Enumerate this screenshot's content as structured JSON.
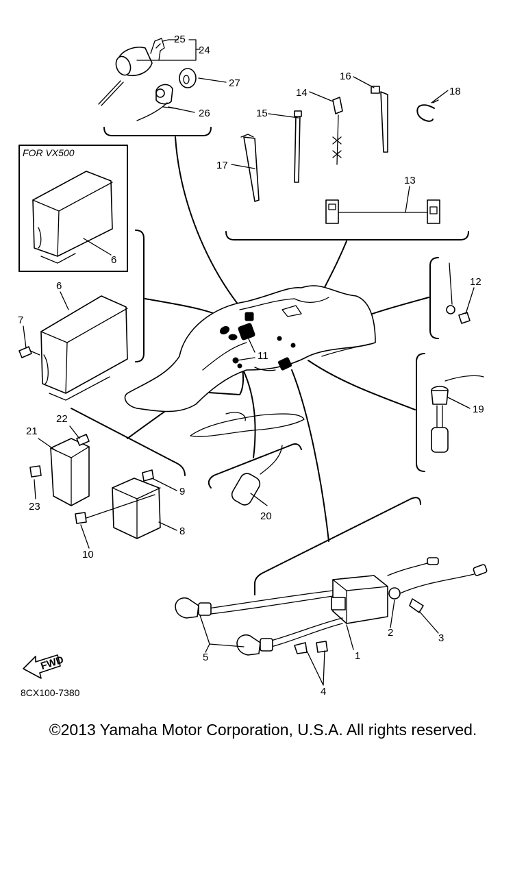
{
  "diagram": {
    "box_label": "FOR VX500",
    "callouts": {
      "c1": "1",
      "c2": "2",
      "c3": "3",
      "c4": "4",
      "c5": "5",
      "c6a": "6",
      "c6b": "6",
      "c7": "7",
      "c8": "8",
      "c9": "9",
      "c10": "10",
      "c11": "11",
      "c12": "12",
      "c13": "13",
      "c14": "14",
      "c15": "15",
      "c16": "16",
      "c17": "17",
      "c18": "18",
      "c19": "19",
      "c20": "20",
      "c21": "21",
      "c22": "22",
      "c23": "23",
      "c24": "24",
      "c25": "25",
      "c26": "26",
      "c27": "27"
    },
    "fwd_label": "FWD",
    "code": "8CX100-7380"
  },
  "footer": {
    "copyright": "©2013 Yamaha Motor Corporation, U.S.A. All rights reserved."
  }
}
